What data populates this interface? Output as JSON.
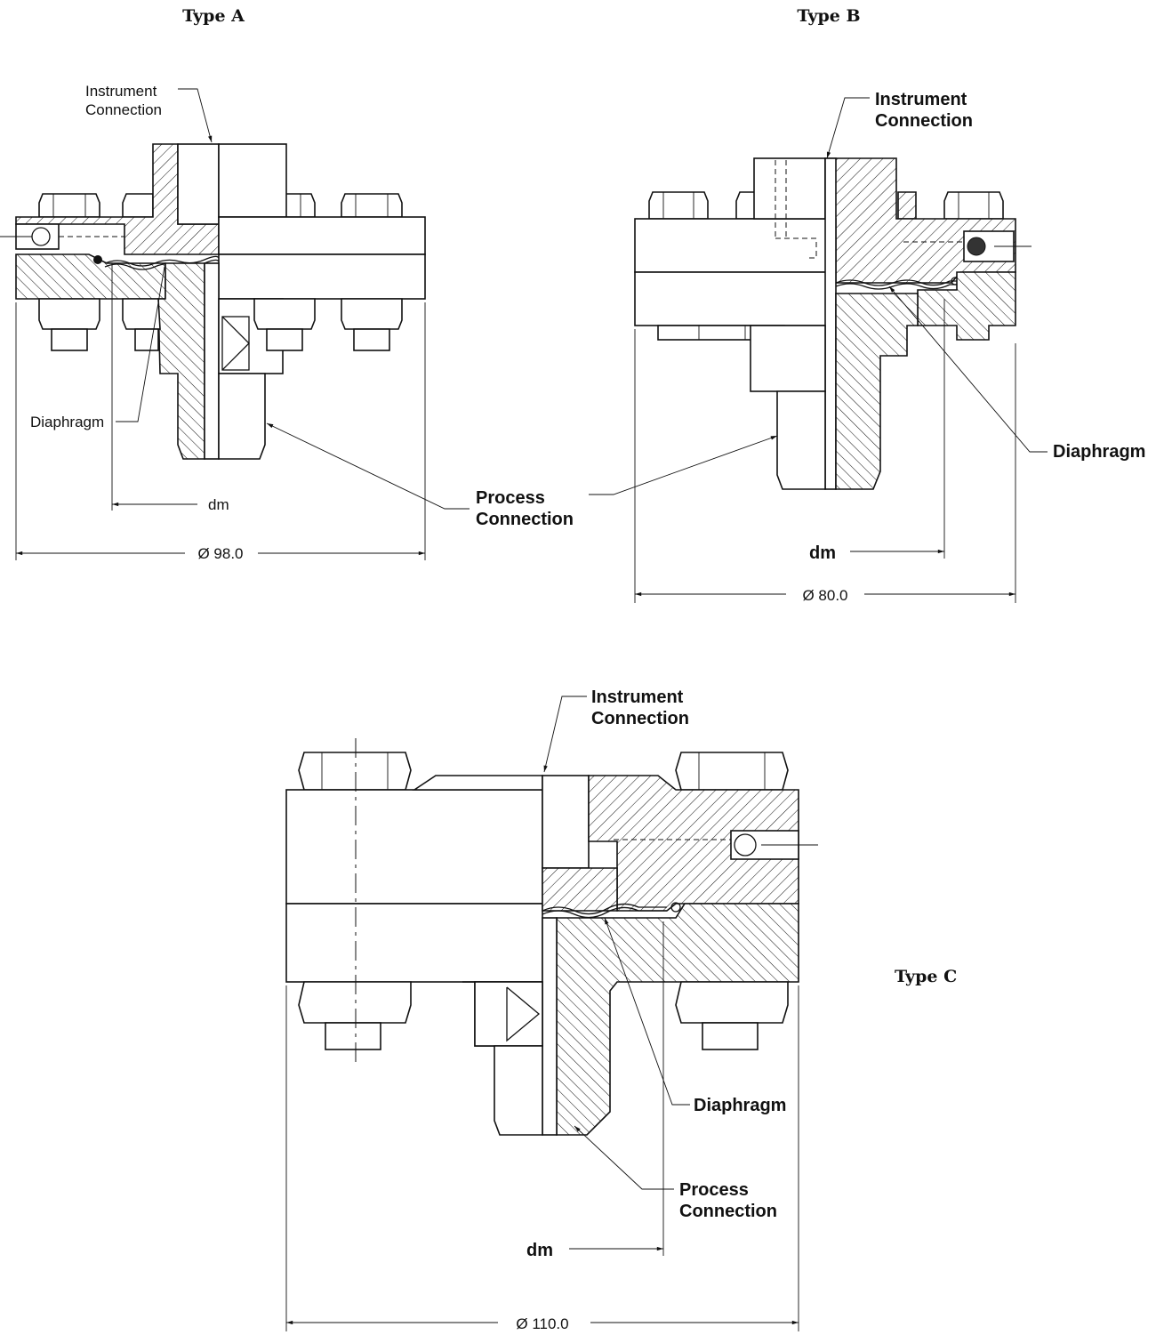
{
  "types": {
    "a": {
      "title": "Type A",
      "instrument": [
        "Instrument",
        "Connection"
      ],
      "diaphragm": "Diaphragm",
      "dm": "dm",
      "diameter": "Ø 98.0"
    },
    "b": {
      "title": "Type B",
      "instrument": [
        "Instrument",
        "Connection"
      ],
      "diaphragm": "Diaphragm",
      "dm": "dm",
      "diameter": "Ø 80.0"
    },
    "c": {
      "title": "Type C",
      "instrument": [
        "Instrument",
        "Connection"
      ],
      "diaphragm": "Diaphragm",
      "process": [
        "Process",
        "Connection"
      ],
      "dm": "dm",
      "diameter": "Ø 110.0"
    }
  },
  "shared_process": [
    "Process",
    "Connection"
  ]
}
